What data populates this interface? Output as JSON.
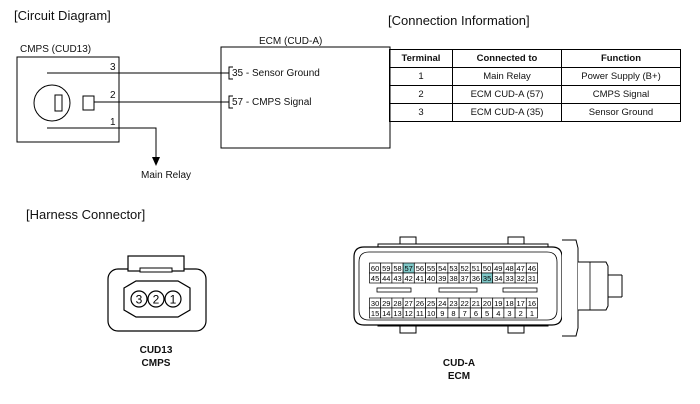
{
  "circuit_title": "[Circuit Diagram]",
  "connection_title": "[Connection Information]",
  "harness_title": "[Harness Connector]",
  "cmps_box_label": "CMPS (CUD13)",
  "ecm_box_label": "ECM (CUD-A)",
  "pins": {
    "p3": "3",
    "p2": "2",
    "p1": "1"
  },
  "ecm_pins": {
    "sensor_ground": "35 - Sensor Ground",
    "cmps_signal": "57 -  CMPS Signal"
  },
  "main_relay_label": "Main Relay",
  "table": {
    "headers": [
      "Terminal",
      "Connected to",
      "Function"
    ],
    "rows": [
      [
        "1",
        "Main Relay",
        "Power Supply (B+)"
      ],
      [
        "2",
        "ECM CUD-A (57)",
        "CMPS Signal"
      ],
      [
        "3",
        "ECM CUD-A (35)",
        "Sensor Ground"
      ]
    ]
  },
  "cud13": {
    "pins": [
      "3",
      "2",
      "1"
    ],
    "caption1": "CUD13",
    "caption2": "CMPS"
  },
  "ecm_connector": {
    "caption1": "CUD-A",
    "caption2": "ECM",
    "row1": [
      "60",
      "59",
      "58",
      "57",
      "56",
      "55",
      "54",
      "53",
      "52",
      "51",
      "50",
      "49",
      "48",
      "47",
      "46"
    ],
    "row2": [
      "45",
      "44",
      "43",
      "42",
      "41",
      "40",
      "39",
      "38",
      "37",
      "36",
      "35",
      "34",
      "33",
      "32",
      "31"
    ],
    "row3": [
      "30",
      "29",
      "28",
      "27",
      "26",
      "25",
      "24",
      "23",
      "22",
      "21",
      "20",
      "19",
      "18",
      "17",
      "16"
    ],
    "row4": [
      "15",
      "14",
      "13",
      "12",
      "11",
      "10",
      "9",
      "8",
      "7",
      "6",
      "5",
      "4",
      "3",
      "2",
      "1"
    ],
    "highlighted": [
      "57",
      "35"
    ],
    "highlight_color": "#7fc8c8"
  }
}
